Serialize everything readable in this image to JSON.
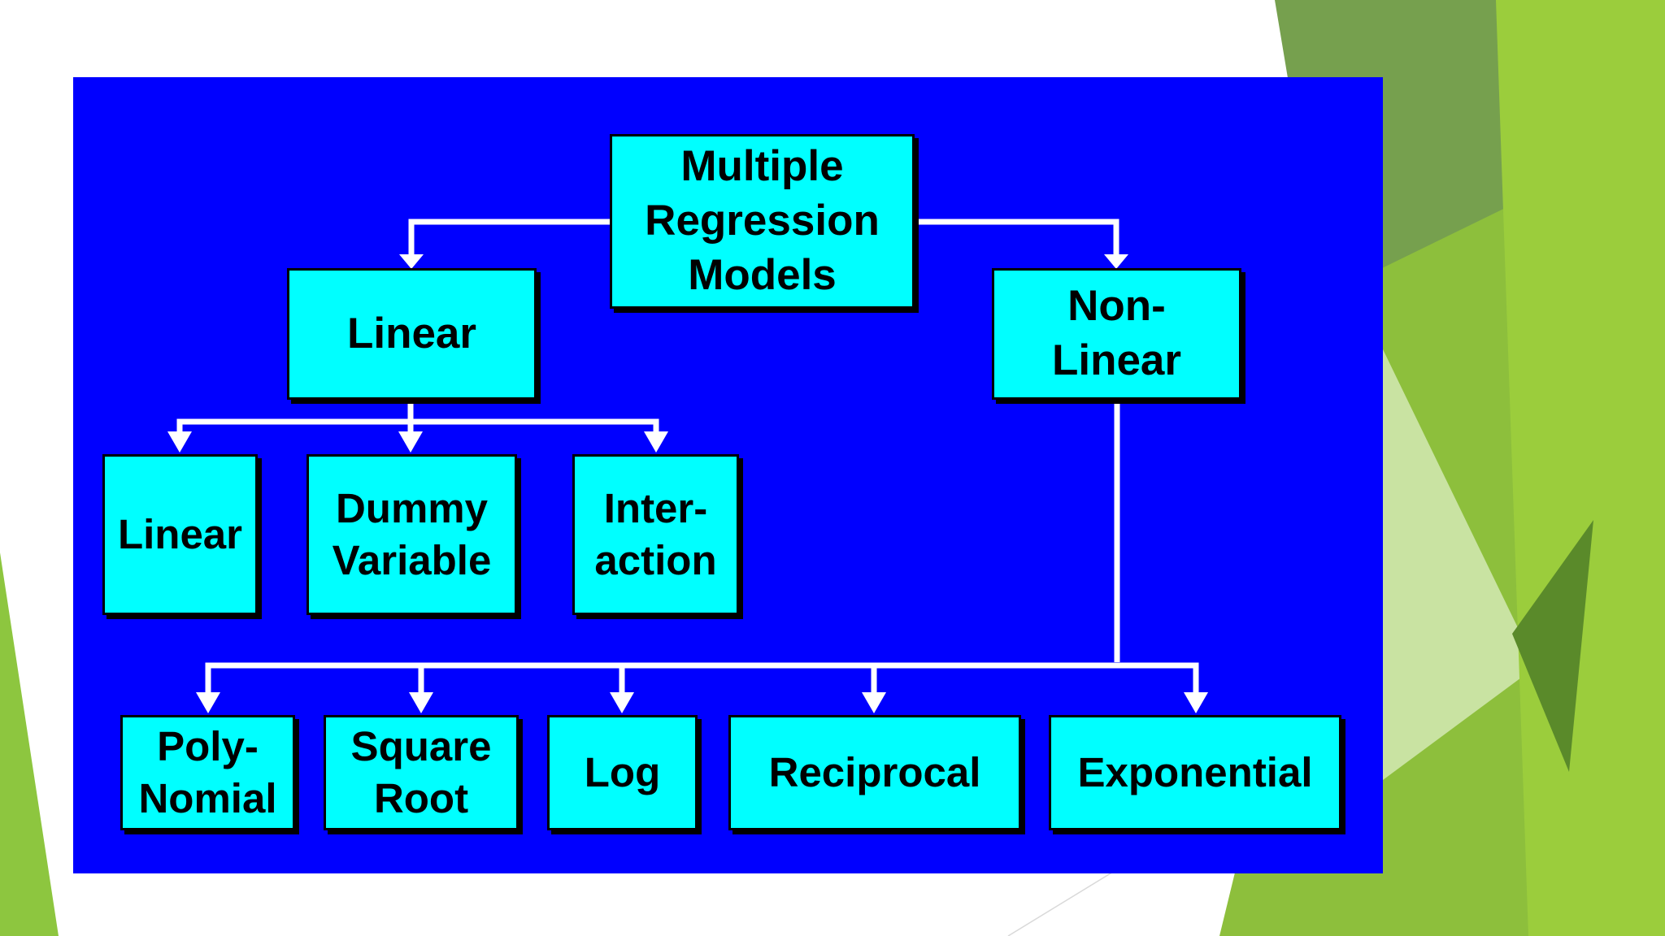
{
  "diagram": {
    "root": {
      "label": "Multiple\nRegression\nModels"
    },
    "branches": [
      {
        "label": "Linear",
        "children": [
          "Linear",
          "Dummy\nVariable",
          "Inter-\naction"
        ]
      },
      {
        "label": "Non-\nLinear",
        "children": [
          "Poly-\nNomial",
          "Square\nRoot",
          "Log",
          "Reciprocal",
          "Exponential"
        ]
      }
    ]
  },
  "colors": {
    "panel": "#0000ff",
    "box": "#00ffff",
    "connector": "#ffffff",
    "accent_green": "#8dc63f"
  }
}
